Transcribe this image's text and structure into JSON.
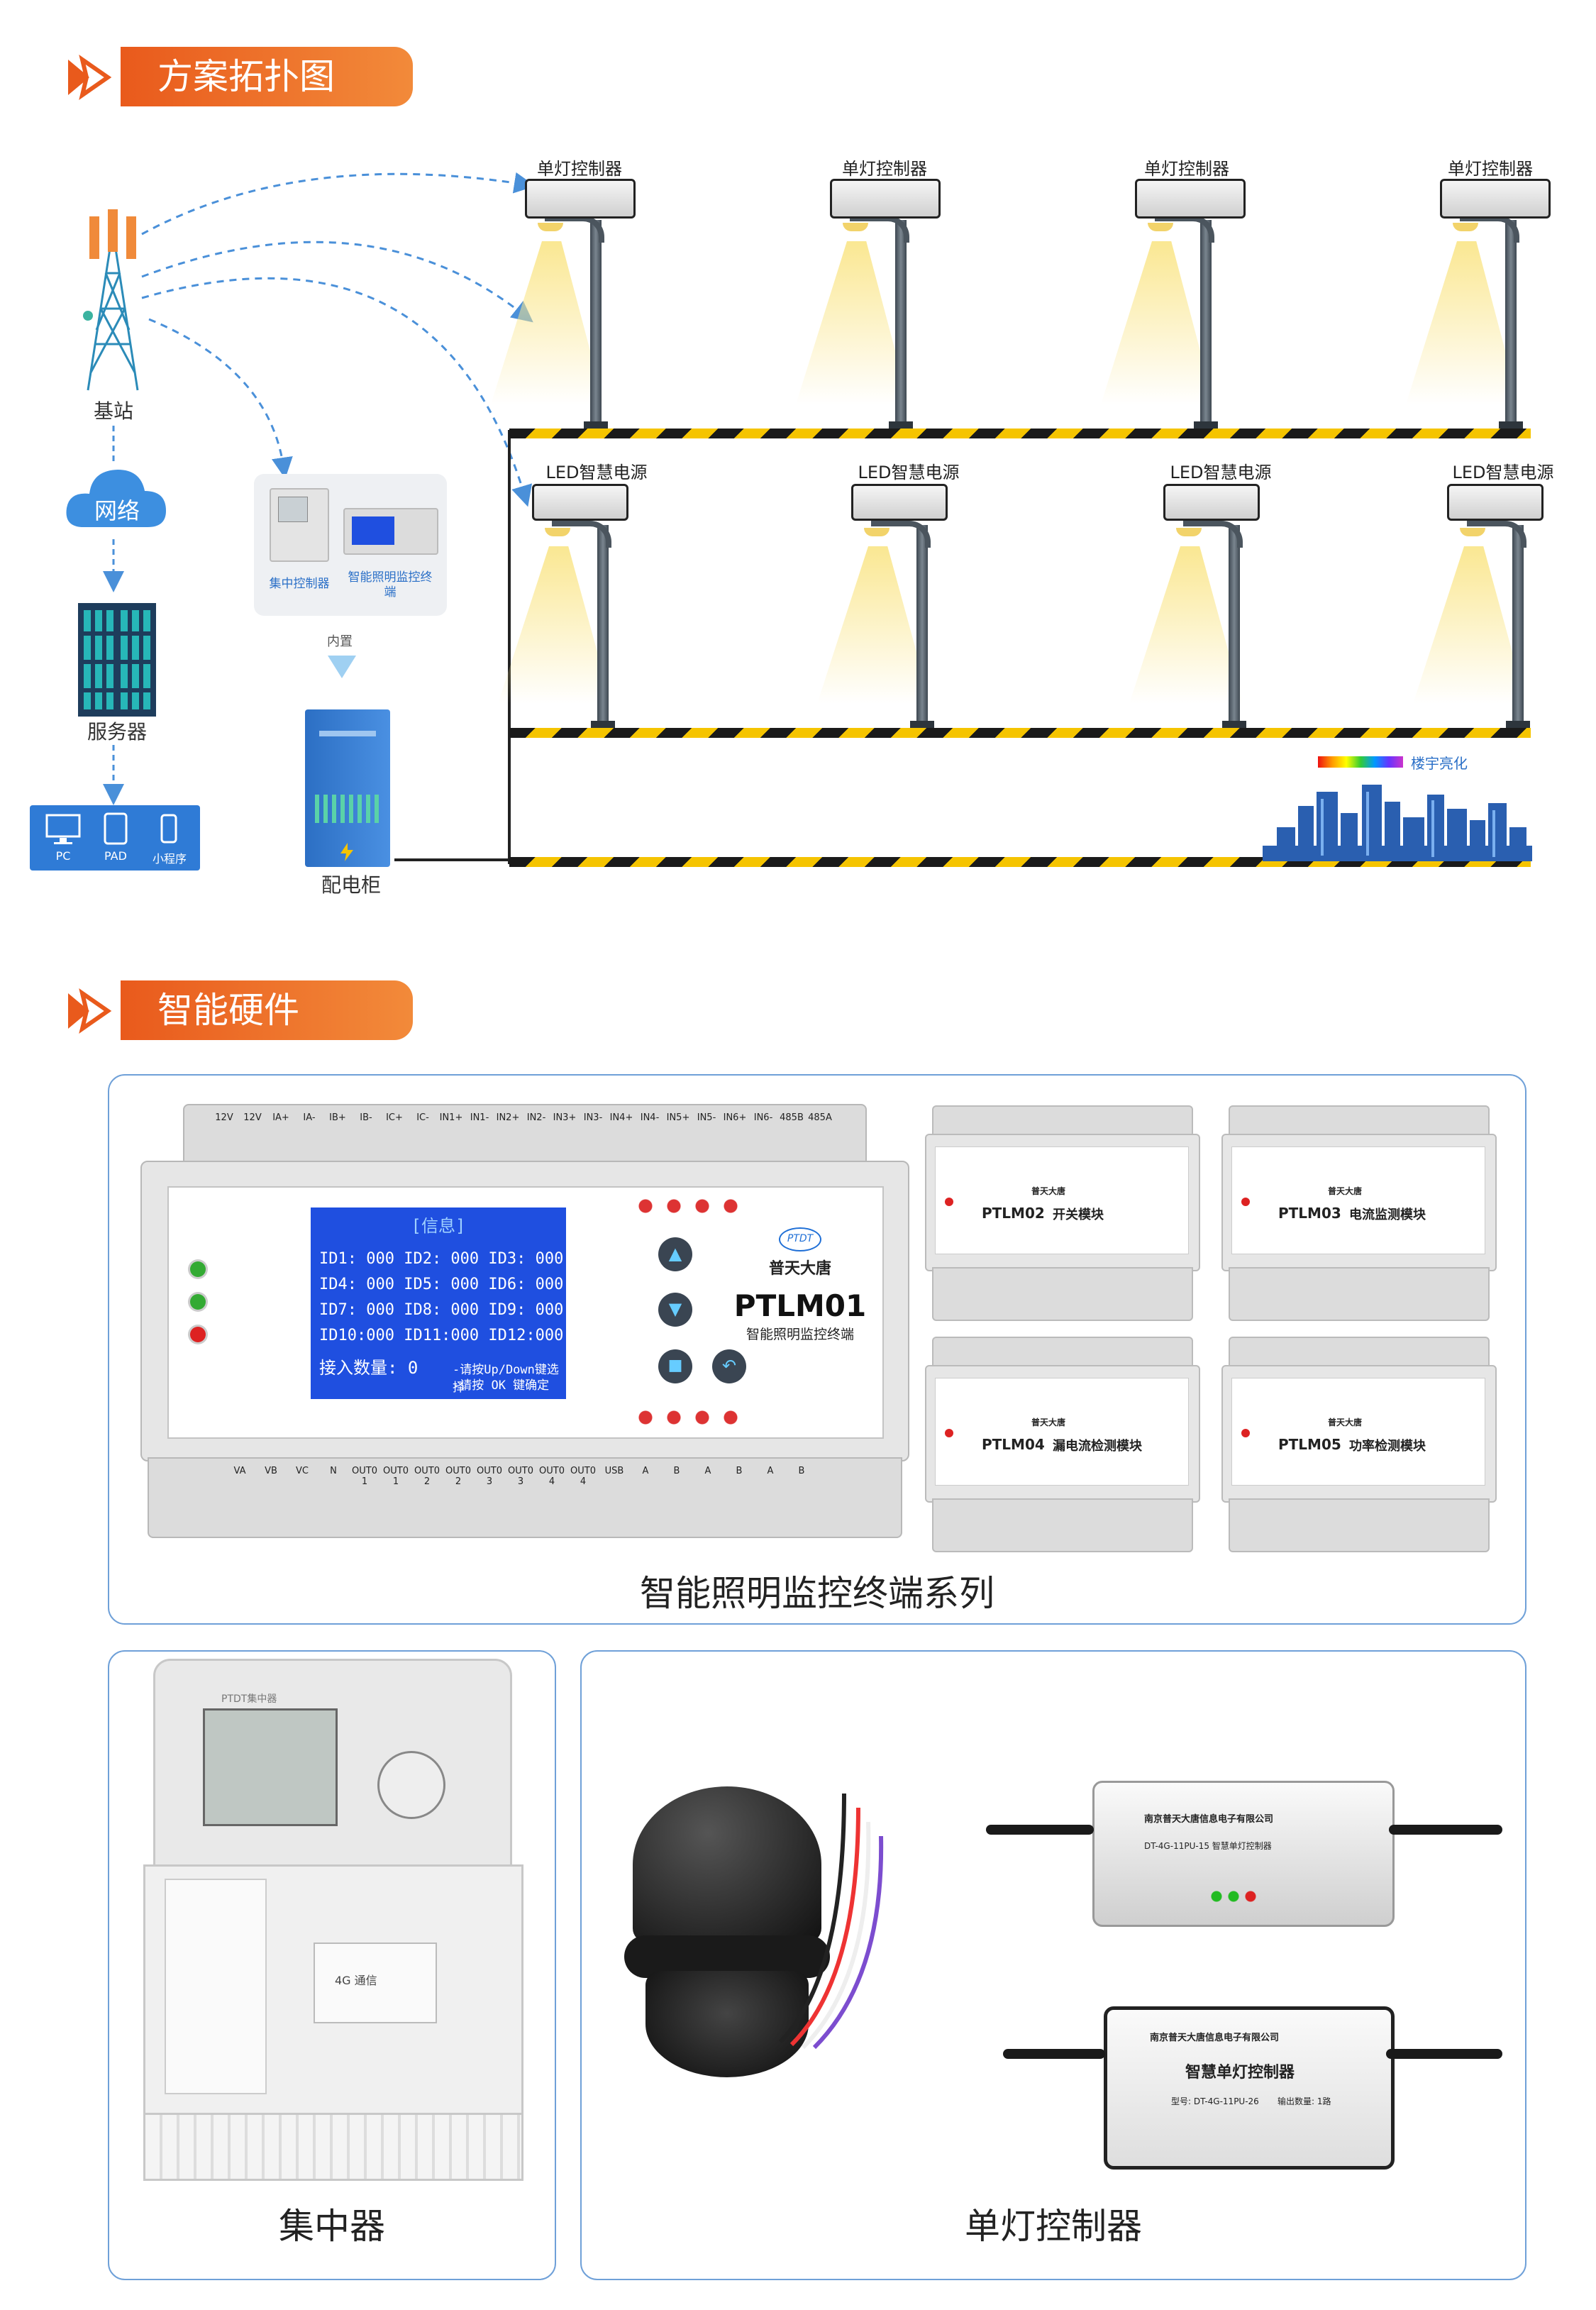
{
  "sections": {
    "topology_title": "方案拓扑图",
    "hardware_title": "智能硬件"
  },
  "topology": {
    "base_station": "基站",
    "network": "网络",
    "server": "服务器",
    "clients": [
      "PC",
      "PAD",
      "小程序"
    ],
    "concentrator": "集中控制器",
    "terminal": "智能照明监控终端",
    "builtin": "内置",
    "cabinet": "配电柜",
    "single_lamp_controller": "单灯控制器",
    "led_power": "LED智慧电源",
    "building_lighting": "楼宇亮化"
  },
  "hardware": {
    "terminal_series_caption": "智能照明监控终端系列",
    "concentrator_caption": "集中器",
    "single_lamp_caption": "单灯控制器",
    "ptlm01": {
      "brand_logo": "PTDT",
      "brand": "普天大唐",
      "model": "PTLM01",
      "subtitle": "智能照明监控终端",
      "lcd_title": "[信息]",
      "lcd_rows": [
        "ID1: 000 ID2: 000 ID3: 000",
        "ID4: 000 ID5: 000 ID6: 000",
        "ID7: 000 ID8: 000 ID9: 000",
        "ID10:000 ID11:000 ID12:000"
      ],
      "lcd_count": "接入数量:  0",
      "lcd_hint1": "-请按Up/Down键选择",
      "lcd_hint2": "-请按 OK 键确定",
      "top_terminals": [
        "12V",
        "12V",
        "IA+",
        "IA-",
        "IB+",
        "IB-",
        "IC+",
        "IC-",
        "IN1+",
        "IN1-",
        "IN2+",
        "IN2-",
        "IN3+",
        "IN3-",
        "IN4+",
        "IN4-",
        "IN5+",
        "IN5-",
        "IN6+",
        "IN6-",
        "485B",
        "485A"
      ],
      "bottom_terminals": [
        "VA",
        "VB",
        "VC",
        "N",
        "OUT01",
        "OUT01",
        "OUT02",
        "OUT02",
        "OUT03",
        "OUT03",
        "OUT04",
        "OUT04",
        "USB",
        "A",
        "B",
        "A",
        "B",
        "A",
        "B"
      ]
    },
    "modules": [
      {
        "model": "PTLM02",
        "name": "开关模块",
        "brand": "普天大唐"
      },
      {
        "model": "PTLM03",
        "name": "电流监测模块",
        "brand": "普天大唐"
      },
      {
        "model": "PTLM04",
        "name": "漏电流检测模块",
        "brand": "普天大唐"
      },
      {
        "model": "PTLM05",
        "name": "功率检测模块",
        "brand": "普天大唐"
      }
    ],
    "concentrator_device": {
      "label": "PTDT集中器",
      "comm": "4G 通信"
    },
    "controller_a": {
      "company": "南京普天大唐信息电子有限公司",
      "model": "DT-4G-11PU-15 智慧单灯控制器"
    },
    "controller_b": {
      "company": "南京普天大唐信息电子有限公司",
      "title": "智慧单灯控制器",
      "model": "型号: DT-4G-11PU-26",
      "outputs": "输出数量: 1路"
    }
  },
  "colors": {
    "accent_orange": "#e95a1c",
    "card_border": "#6fa0d8",
    "lcd_blue": "#1f4fe0",
    "road_yellow": "#f5c400",
    "cloud_blue": "#3d8fe0"
  }
}
